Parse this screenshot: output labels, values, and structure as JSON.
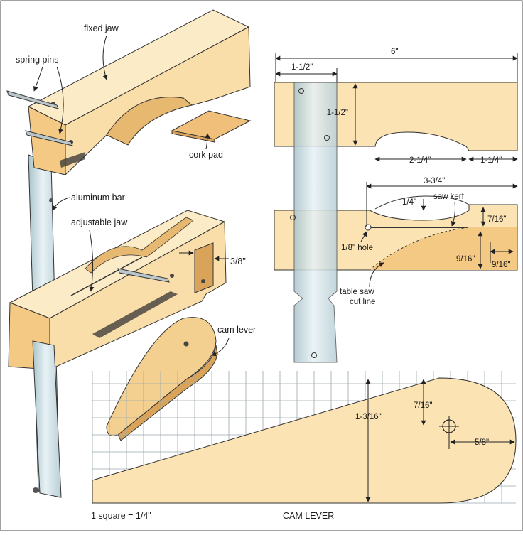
{
  "colors": {
    "wood_light": "#fbe3b3",
    "wood_mid": "#f3c983",
    "wood_dark": "#d9a45a",
    "aluminum": "#c9dde3",
    "line": "#222222",
    "grid": "#9aa7ad"
  },
  "icons": [
    "spring-pin-icon",
    "cam-lever-icon",
    "aluminum-bar-icon"
  ],
  "callouts": {
    "fixed_jaw": "fixed jaw",
    "spring_pins": "spring pins",
    "cork_pad": "cork pad",
    "aluminum_bar": "aluminum bar",
    "adjustable_jaw": "adjustable jaw",
    "cam_lever": "cam lever",
    "three_eighths": "3/8\""
  },
  "plan": {
    "overall": "6\"",
    "bar_width": "1-1/2\"",
    "jaw_height": "1-1/2\"",
    "arc_width": "2-1/4\"",
    "end_length": "1-1/4\"",
    "kerf_length": "3-3/4\"",
    "arc_depth": "1/4\"",
    "saw_kerf": "saw kerf",
    "kerf_offset": "7/16\"",
    "hole": "1/8\" hole",
    "vert_offset": "9/16\"",
    "horiz_offset": "9/16\"",
    "cut_line": "table saw\ncut line"
  },
  "cam": {
    "height": "1-3/16\"",
    "pivot_from_top": "7/16\"",
    "pivot_from_end": "5/8\"",
    "scale_note": "1 square = 1/4\"",
    "title": "CAM LEVER"
  }
}
